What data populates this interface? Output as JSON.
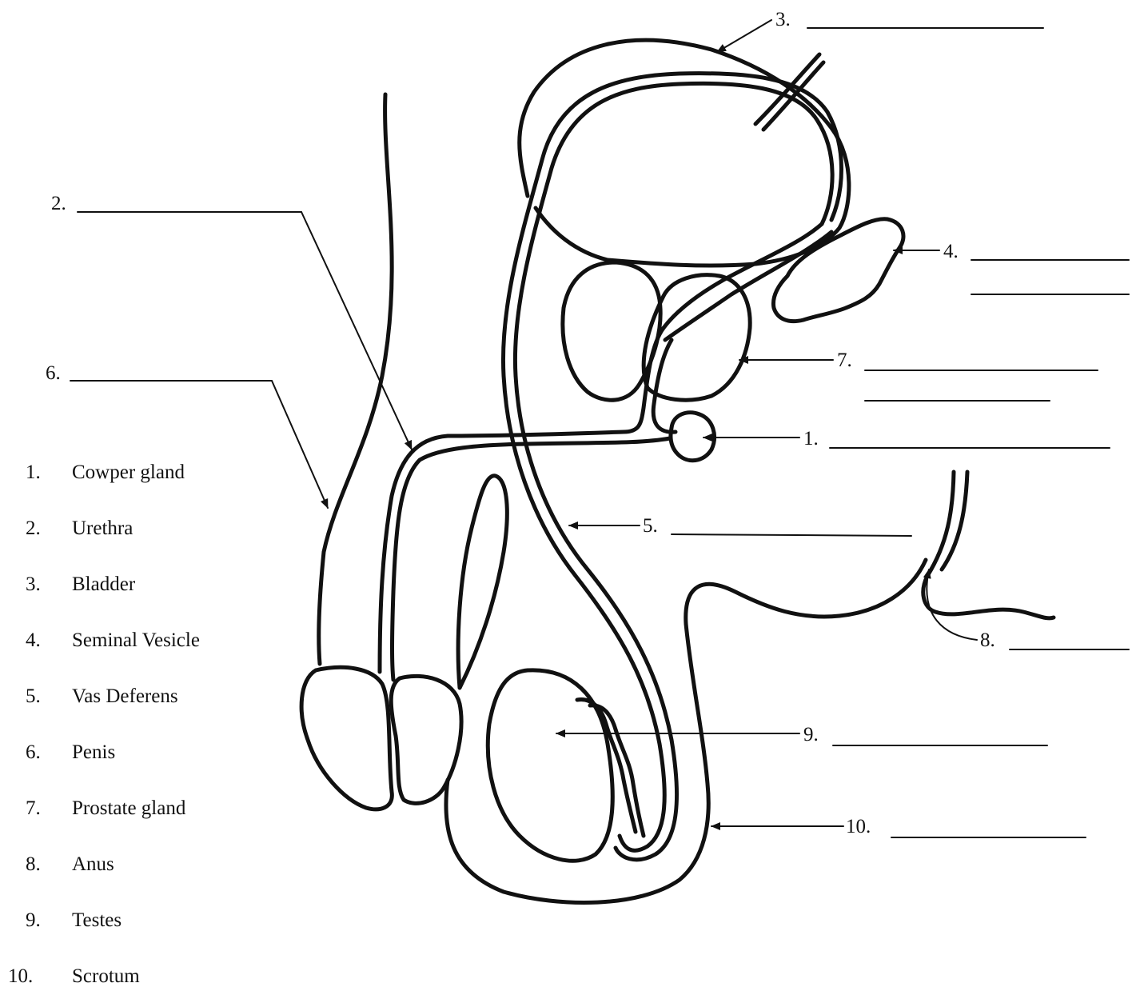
{
  "callouts": {
    "c1": "1.",
    "c2": "2.",
    "c3": "3.",
    "c4": "4.",
    "c5": "5.",
    "c6": "6.",
    "c7": "7.",
    "c8": "8.",
    "c9": "9.",
    "c10": "10."
  },
  "key": [
    {
      "num": "1.",
      "term": "Cowper gland"
    },
    {
      "num": "2.",
      "term": "Urethra"
    },
    {
      "num": "3.",
      "term": "Bladder"
    },
    {
      "num": "4.",
      "term": "Seminal Vesicle"
    },
    {
      "num": "5.",
      "term": "Vas Deferens"
    },
    {
      "num": "6.",
      "term": "Penis"
    },
    {
      "num": "7.",
      "term": "Prostate gland"
    },
    {
      "num": "8.",
      "term": "Anus"
    },
    {
      "num": "9.",
      "term": "Testes"
    },
    {
      "num": "10.",
      "term": "Scrotum"
    }
  ]
}
